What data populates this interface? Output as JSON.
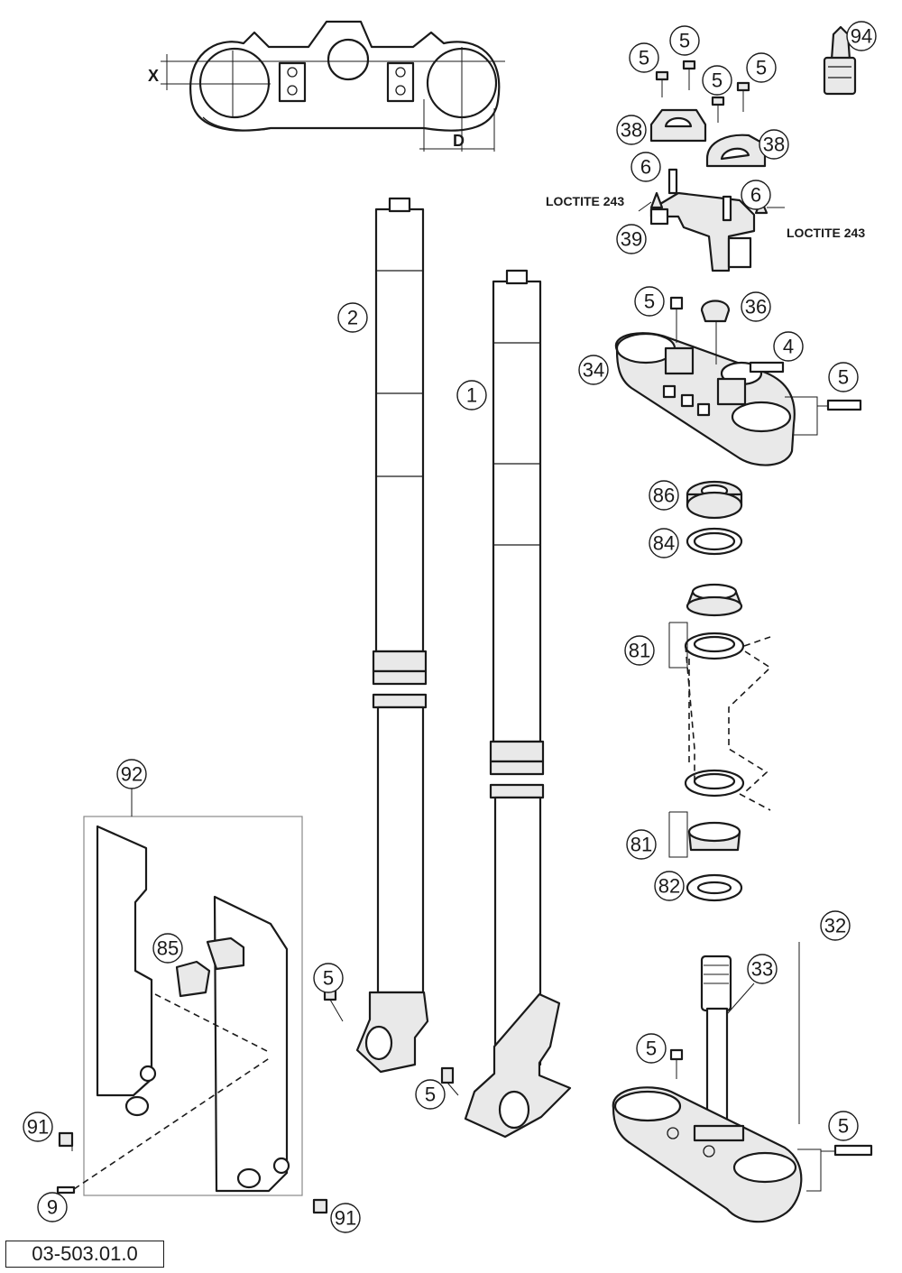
{
  "diagram": {
    "reference_code": "03-503.01.0",
    "notes": {
      "loctite_left": "LOCTITE 243",
      "loctite_right": "LOCTITE 243"
    },
    "dimensions": {
      "x_label": "X",
      "d_label": "D"
    },
    "callouts": {
      "c94": "94",
      "c5a": "5",
      "c5b": "5",
      "c5c": "5",
      "c5d": "5",
      "c38a": "38",
      "c38b": "38",
      "c6a": "6",
      "c6b": "6",
      "c39": "39",
      "c2": "2",
      "c1": "1",
      "c5e": "5",
      "c36": "36",
      "c4": "4",
      "c34": "34",
      "c5f": "5",
      "c86": "86",
      "c84": "84",
      "c81a": "81",
      "c81b": "81",
      "c82": "82",
      "c92": "92",
      "c85": "85",
      "c5g": "5",
      "c5h": "5",
      "c32": "32",
      "c33": "33",
      "c5i": "5",
      "c5j": "5",
      "c91a": "91",
      "c9": "9",
      "c91b": "91"
    }
  }
}
